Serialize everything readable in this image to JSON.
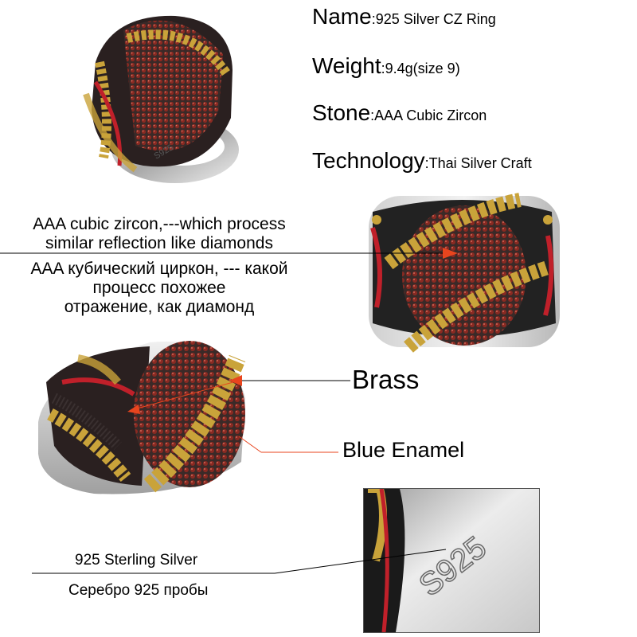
{
  "specs": [
    {
      "key": "Name",
      "value": ":925 Silver CZ Ring"
    },
    {
      "key": "Weight",
      "value": ":9.4g(size 9)"
    },
    {
      "key": "Stone",
      "value": ":AAA Cubic Zircon"
    },
    {
      "key": "Technology",
      "value": ":Thai Silver Craft"
    }
  ],
  "callouts": {
    "zircon_en_1": "AAA cubic zircon,---which process",
    "zircon_en_2": "similar reflection like diamonds",
    "zircon_ru_1": "AAA кубический циркон, --- какой",
    "zircon_ru_2": "процесс похожее",
    "zircon_ru_3": "отражение, как диамонд",
    "brass": "Brass",
    "enamel": "Blue Enamel",
    "silver_en": "925 Sterling Silver",
    "silver_ru": "Серебро 925 пробы"
  },
  "stamp": "S925",
  "colors": {
    "gold": "#c9a33a",
    "garnet": "#7a1f1a",
    "enamel_red": "#c0202a",
    "silver": "#d8d8d8",
    "arrow": "#e8451e"
  }
}
